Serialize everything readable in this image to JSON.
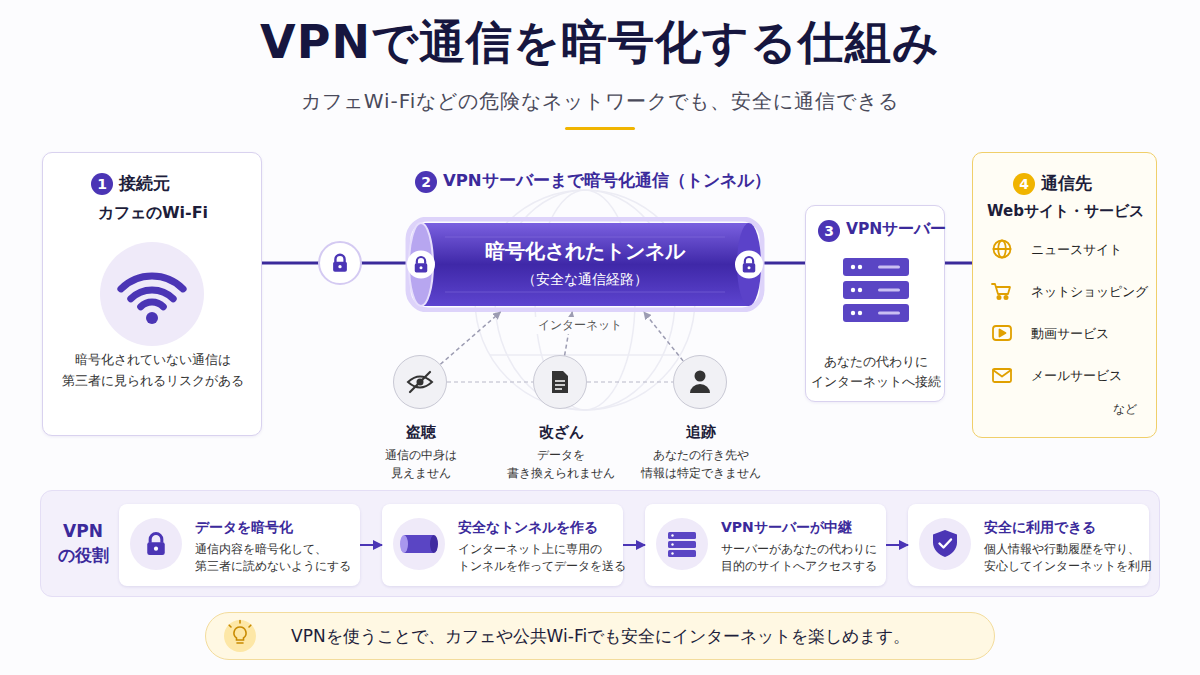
{
  "diagram": {
    "title": "VPNで通信を暗号化する仕組み",
    "nodes": [
      {
        "text": [
          "1",
          "接続元",
          "カフェのWi-Fi",
          "暗号化されていない通信は 第三者に見られるリスクがある"
        ]
      },
      {
        "text": [
          "2",
          "VPNサーバーまで暗号化通信（トンネル）",
          "暗号化されたトンネル",
          "（安全な通信経路）"
        ]
      },
      {
        "text": [
          "3",
          "VPNサーバー",
          "あなたの代わりに インターネットへ接続"
        ]
      },
      {
        "text": [
          "4",
          "通信先",
          "Webサイト・サービス",
          "ニュースサイト",
          "ネットショッピング",
          "動画サービス",
          "メールサービス",
          "など"
        ]
      },
      {
        "text": [
          "盗聴",
          "通信の中身は 見えません"
        ]
      },
      {
        "text": [
          "改ざん",
          "データを 書き換えられません"
        ]
      },
      {
        "text": [
          "追跡",
          "あなたの行き先や 情報は特定できません"
        ]
      },
      {
        "text": [
          "VPN の役割"
        ]
      },
      {
        "text": [
          "データを暗号化",
          "通信内容を暗号化して、 第三者に読めないようにする"
        ],
        "in": 7
      },
      {
        "text": [
          "安全なトンネルを作る",
          "インターネット上に専用の トンネルを作ってデータを送る"
        ],
        "in": 7
      },
      {
        "text": [
          "VPNサーバーが中継",
          "サーバーがあなたの代わりに 目的のサイトへアクセスする"
        ],
        "in": 7
      },
      {
        "text": [
          "安全に利用できる",
          "個人情報や行動履歴を守り、 安心してインターネットを利用"
        ],
        "in": 7
      },
      {
        "text": [
          "VPNを使うことで、カフェや公共Wi-Fiでも安全にインターネットを楽しめます。"
        ]
      }
    ],
    "edges": [
      {
        "from": 0,
        "to": 1,
        "arrow": "none"
      },
      {
        "from": 1,
        "to": 2,
        "arrow": "none"
      },
      {
        "from": 2,
        "to": 3,
        "arrow": "none"
      },
      {
        "from": 4,
        "to": 1,
        "arrow": "to"
      },
      {
        "from": 5,
        "to": 1,
        "arrow": "to"
      },
      {
        "from": 6,
        "to": 1,
        "arrow": "to"
      },
      {
        "from": 4,
        "to": 5,
        "arrow": "none"
      },
      {
        "from": 5,
        "to": 6,
        "arrow": "none"
      },
      {
        "from": 8,
        "to": 9,
        "arrow": "to"
      },
      {
        "from": 9,
        "to": 10,
        "arrow": "to"
      },
      {
        "from": 10,
        "to": 11,
        "arrow": "to"
      }
    ],
    "labels": [
      "カフェWi-Fiなどの危険なネットワークでも、安全に通信できる",
      "インターネット"
    ]
  }
}
